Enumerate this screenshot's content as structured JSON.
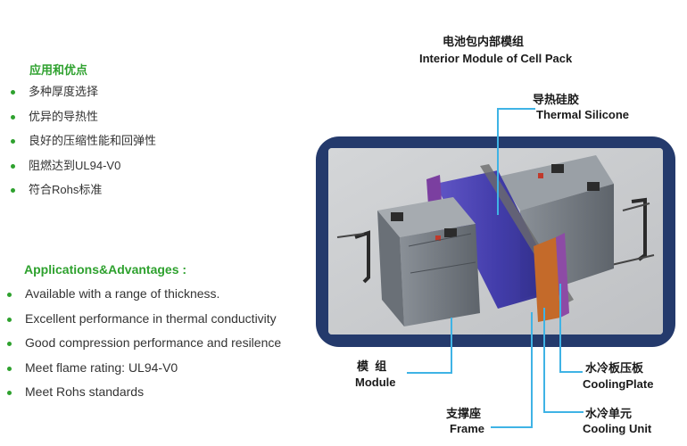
{
  "left": {
    "cn_heading": "应用和优点",
    "cn_items": [
      "多种厚度选择",
      "优异的导热性",
      "良好的压缩性能和回弹性",
      "阻燃达到UL94-V0",
      "符合Rohs标准"
    ],
    "en_heading": "Applications&Advantages :",
    "en_items": [
      "Available with a range of thickness.",
      "Excellent performance in thermal conductivity",
      "Good compression performance and resilence",
      "Meet flame rating: UL94-V0",
      "Meet Rohs standards"
    ]
  },
  "diagram": {
    "title_cn": "电池包内部模组",
    "title_en": "Interior Module of Cell Pack",
    "labels": {
      "thermal_cn": "导热硅胶",
      "thermal_en": "Thermal Silicone",
      "module_cn": "模  组",
      "module_en": "Module",
      "frame_cn": "支撑座",
      "frame_en": "Frame",
      "plate_cn": "水冷板压板",
      "plate_en": "CoolingPlate",
      "unit_cn": "水冷单元",
      "unit_en": "Cooling Unit"
    },
    "colors": {
      "frame": "#243a6c",
      "leader": "#3fb3e5",
      "accent": "#2ea12e"
    }
  }
}
